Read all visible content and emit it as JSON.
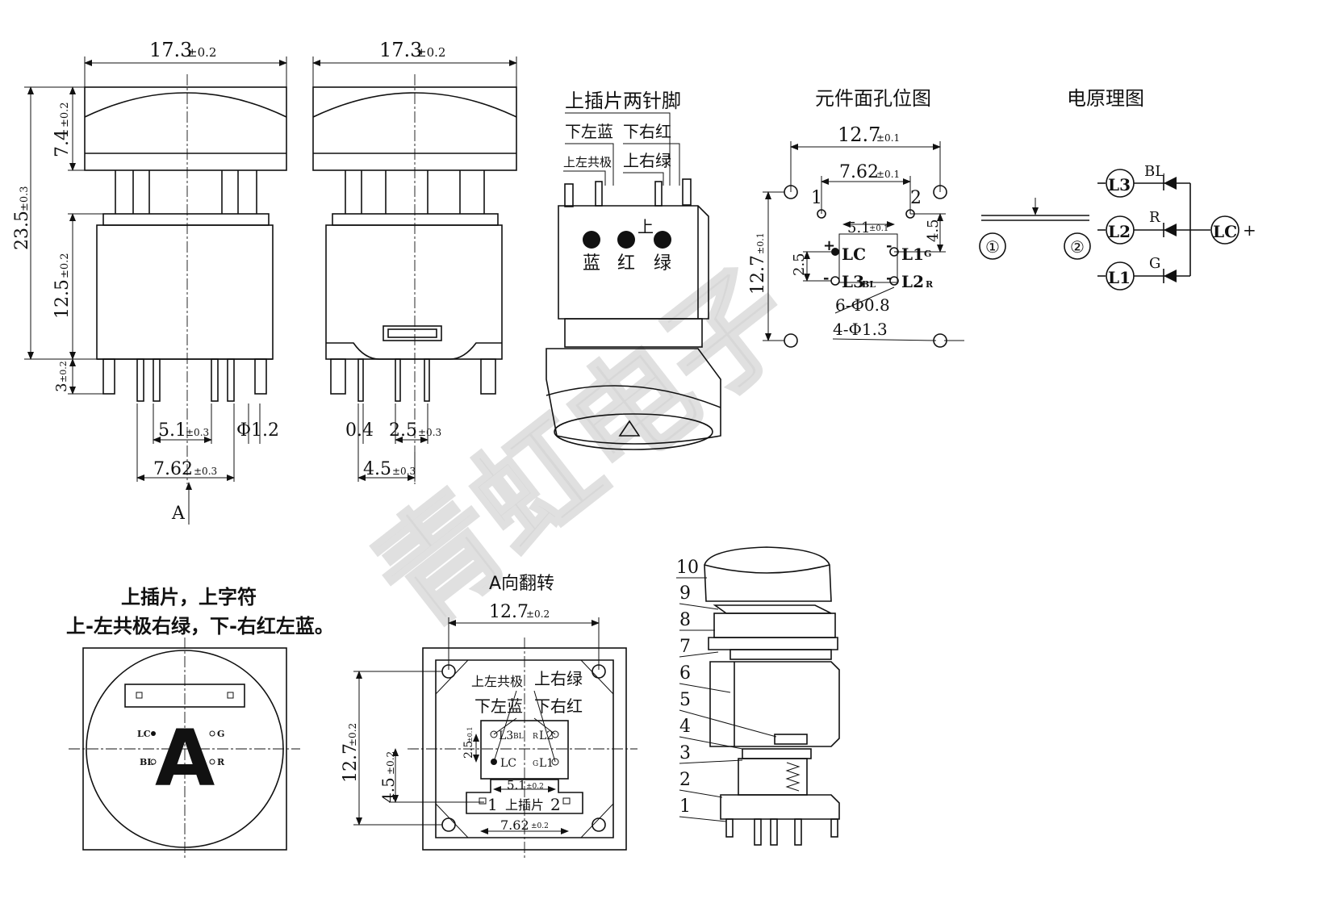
{
  "watermark": "青虹电子",
  "front_view": {
    "width_dim": "17.3",
    "width_tol": "±0.2",
    "cap_height_dim": "7.4",
    "cap_height_tol": "±0.2",
    "total_height_dim": "23.5",
    "total_height_tol": "±0.3",
    "body_height_dim": "12.5",
    "body_height_tol": "±0.2",
    "pin_length_dim": "3",
    "pin_length_tol": "±0.2",
    "pin_pitch_dim": "5.1",
    "pin_pitch_tol": "±0.3",
    "pin_diameter": "Φ1.2",
    "row_span_dim": "7.62",
    "row_span_tol": "±0.3",
    "arrow_label": "A"
  },
  "side_view": {
    "width_dim": "17.3",
    "width_tol": "±0.2",
    "pin_thick": "0.4",
    "pin_pitch_dim": "2.5",
    "pin_pitch_tol": "±0.3",
    "offset_dim": "4.5",
    "offset_tol": "±0.3"
  },
  "iso_view": {
    "title": "上插片两针脚",
    "label_lower_left_blue": "下左蓝",
    "label_lower_right_red": "下右红",
    "label_upper_left_common": "上左共极",
    "label_upper_right_green": "上右绿",
    "top_char": "上",
    "color_blue": "蓝",
    "color_red": "红",
    "color_green": "绿"
  },
  "hole_layout": {
    "title": "元件面孔位图",
    "width_dim": "12.7",
    "width_tol": "±0.1",
    "inner_dim": "7.62",
    "inner_tol": "±0.1",
    "pin_pitch_dim": "5.1",
    "pin_pitch_tol": "±0.1",
    "height_dim": "12.7",
    "height_tol": "±0.1",
    "v_offset": "4.5",
    "small_dim": "2.5",
    "pin1": "1",
    "pin2": "2",
    "lc": "LC",
    "l1": "L1",
    "l3": "L3",
    "l2": "L2",
    "bl": "BL",
    "g": "G",
    "r": "R",
    "small_holes": "6-Φ0.8",
    "big_holes": "4-Φ1.3"
  },
  "schematic": {
    "title": "电原理图",
    "l3": "L3",
    "l2": "L2",
    "l1": "L1",
    "lc": "LC",
    "bl": "BL",
    "r": "R",
    "g": "G",
    "node1": "①",
    "node2": "②"
  },
  "top_view": {
    "heading_line1": "上插片，上字符",
    "heading_line2": "上-左共极右绿，下-右红左蓝。",
    "symbol": "A",
    "lc": "LC",
    "g": "G",
    "bl": "BL",
    "r": "R"
  },
  "bottom_view": {
    "title": "A向翻转",
    "width_dim": "12.7",
    "width_tol": "±0.2",
    "height_dim": "12.7",
    "height_tol": "±0.2",
    "offset_dim": "4.5",
    "offset_tol": "±0.2",
    "small_dim": "2.5",
    "small_tol": "±0.1",
    "pitch_dim": "5.1",
    "pitch_tol": "±0.2",
    "row_dim": "7.62",
    "row_tol": "±0.2",
    "label_upper_left_common": "上左共极",
    "label_upper_right_green": "上右绿",
    "label_lower_left_blue": "下左蓝",
    "label_lower_right_red": "下右红",
    "l3": "L3",
    "bl": "BL",
    "r": "R",
    "l2": "L2",
    "lc": "LC",
    "g": "G",
    "l1": "L1",
    "pin1": "1",
    "pin2": "2",
    "insert": "上插片"
  },
  "exploded_view": {
    "parts": [
      "10",
      "9",
      "8",
      "7",
      "6",
      "5",
      "4",
      "3",
      "2",
      "1"
    ]
  }
}
